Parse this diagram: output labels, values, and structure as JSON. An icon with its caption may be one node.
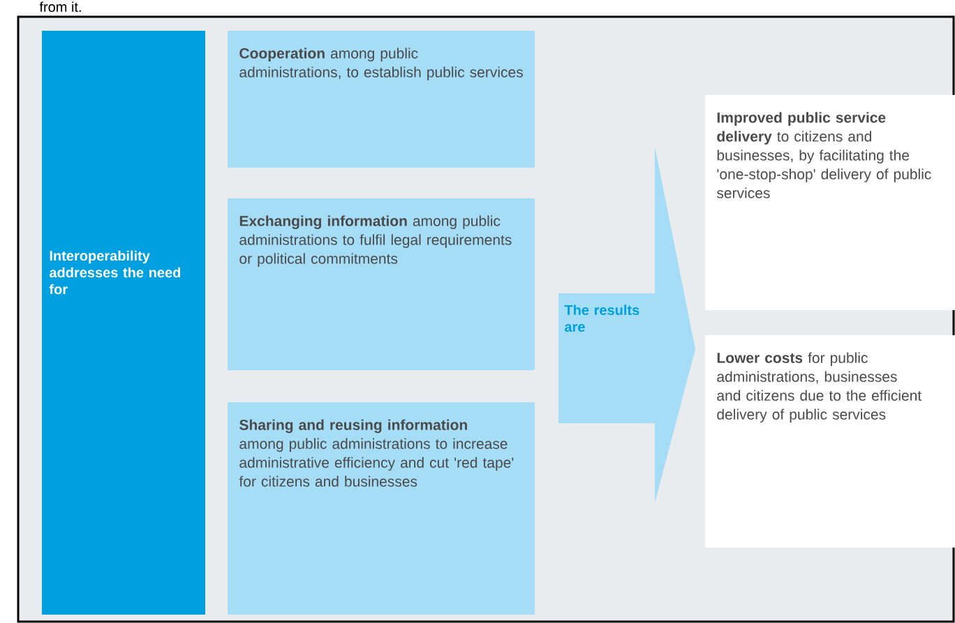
{
  "diagram": {
    "nodes": [
      {
        "text": [
          "Interoperability addresses the need for"
        ]
      },
      {
        "text": [
          "**Cooperation** among public administrations, to establish public services"
        ]
      },
      {
        "text": [
          "**Exchanging information** among public administrations to fulfil legal requirements or political commitments"
        ]
      },
      {
        "text": [
          "**Sharing and reusing information** among public administrations to increase administrative efficiency and cut 'red tape' for citizens and businesses"
        ]
      },
      {
        "text": [
          "The results are"
        ]
      },
      {
        "text": [
          "**Improved public service delivery** to citizens and businesses, by facilitating the 'one-stop-shop' delivery of public services"
        ]
      },
      {
        "text": [
          "**Lower costs** for public administrations, businesses and citizens due to the efficient delivery of public services"
        ]
      }
    ],
    "labels": [
      "from it."
    ]
  }
}
